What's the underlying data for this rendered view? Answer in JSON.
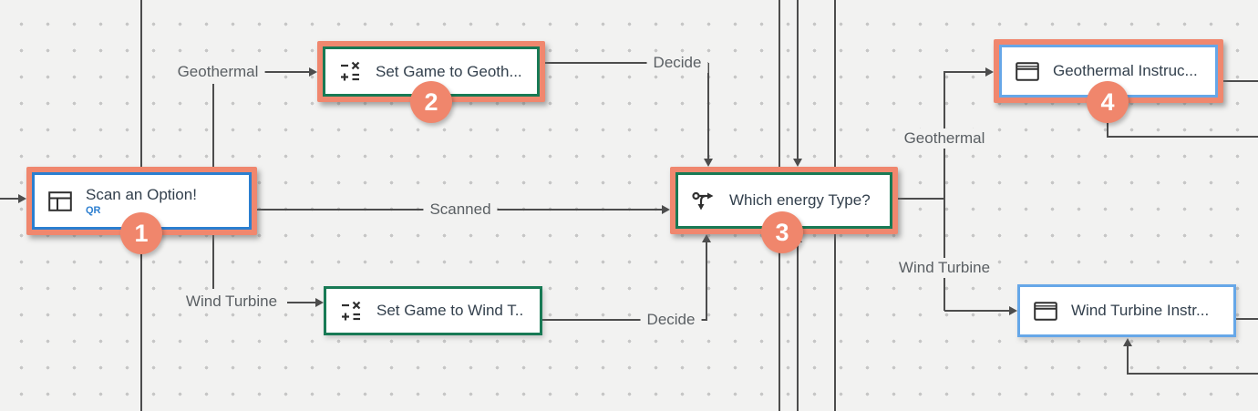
{
  "app": {
    "view": "flow-builder-canvas"
  },
  "colors": {
    "canvas_bg": "#f2f2f1",
    "grid_dot": "#c6c6c6",
    "edge": "#4d4d4d",
    "selection_highlight": "#f0876e",
    "badge": "#f0866c",
    "node_border_blue_dark": "#2b7fd0",
    "node_border_blue_light": "#66a7e8",
    "node_border_green": "#187a55",
    "node_title_text": "#33404d",
    "edge_label_text": "#5a5f63"
  },
  "nodes": [
    {
      "title": "Scan an Option!",
      "subtitle": "QR",
      "icon": "window-layout-icon",
      "border": "#2b7fd0",
      "selected": true,
      "badge": "1"
    },
    {
      "title": "Set Game to Geoth...",
      "icon": "math-operations-icon",
      "border": "#187a55",
      "selected": true,
      "badge": "2"
    },
    {
      "title": "Which energy Type?",
      "icon": "branch-split-icon",
      "border": "#187a55",
      "selected": true,
      "badge": "3"
    },
    {
      "title": "Geothermal Instruc...",
      "icon": "card-icon",
      "border": "#66a7e8",
      "selected": true,
      "badge": "4"
    },
    {
      "title": "Set Game to Wind T..",
      "icon": "math-operations-icon",
      "border": "#187a55",
      "selected": false
    },
    {
      "title": "Wind Turbine Instr...",
      "icon": "card-icon",
      "border": "#66a7e8",
      "selected": false
    }
  ],
  "edge_labels": {
    "geothermal_left": "Geothermal",
    "wind_turbine_left": "Wind Turbine",
    "scanned": "Scanned",
    "decide_top": "Decide",
    "decide_bottom": "Decide",
    "geothermal_right": "Geothermal",
    "wind_turbine_right": "Wind Turbine"
  }
}
